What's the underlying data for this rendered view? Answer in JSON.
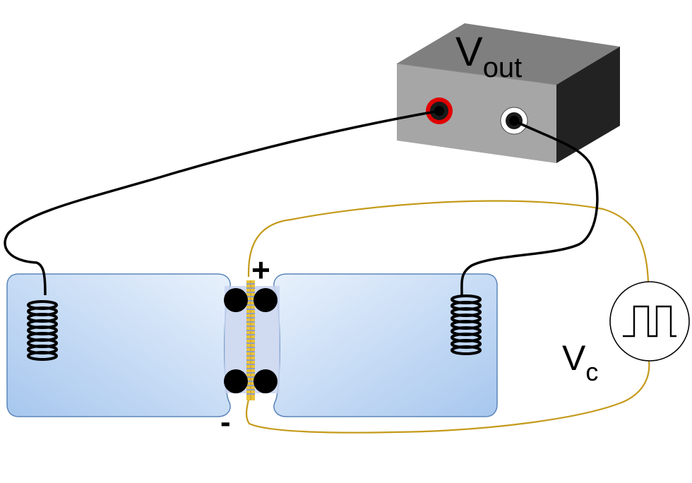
{
  "meter": {
    "label_main": "V",
    "label_sub": "out"
  },
  "membrane": {
    "plus_label": "+",
    "minus_label": "-"
  },
  "source": {
    "label_main": "V",
    "label_sub": "c",
    "icon": "square-wave-icon"
  },
  "colors": {
    "chamber_light": "#e3eefb",
    "chamber_dark": "#a9c8ef",
    "chamber_edge": "#5b85b8",
    "box_front": "#a6a6a6",
    "box_top": "#7f7f7f",
    "box_side": "#222222",
    "terminal_positive": "#e00000",
    "terminal_negative": "#ffffff",
    "lead_wire": "#000000",
    "control_wire": "#c49a1a",
    "electrode": "#000000",
    "membrane_stripe": "#e8c23a"
  }
}
